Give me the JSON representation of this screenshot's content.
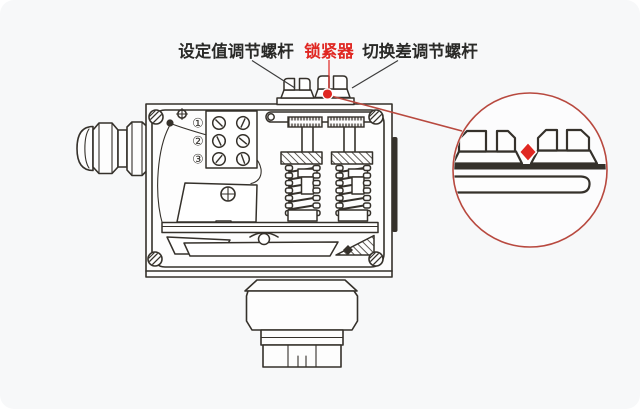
{
  "diagram_title": "pressure-switch-internal-structure",
  "labels": {
    "set_point_screw": "设定值调节螺杆",
    "locker": "锁紧器",
    "differential_screw": "切换差调节螺杆"
  },
  "terminals": [
    "①",
    "②",
    "③"
  ],
  "colors": {
    "background": "#f7f8f9",
    "line": "#35312b",
    "label_text": "#2a2a28",
    "accent_red": "#e02722",
    "detail_red": "#b8493f"
  }
}
